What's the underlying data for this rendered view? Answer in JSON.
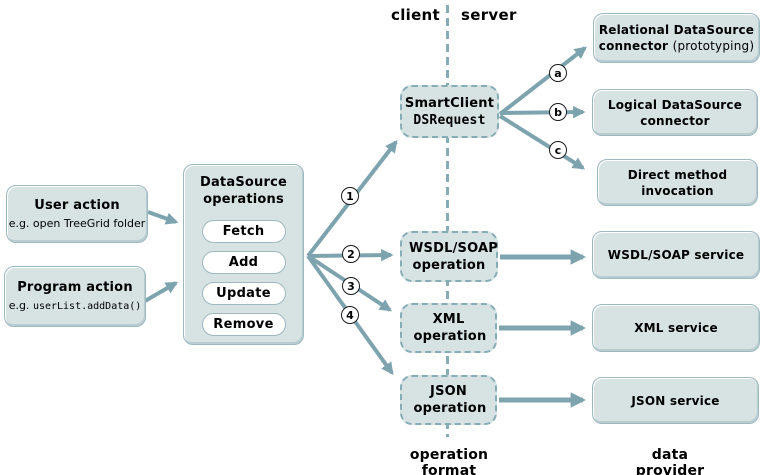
{
  "header": {
    "client": "client",
    "server": "server"
  },
  "footer": {
    "operation_format": "operation format",
    "data_provider": "data provider"
  },
  "colors": {
    "box_fill": "#d7e2e3",
    "box_border": "#9db8bf",
    "arrow": "#7da4ae",
    "dashed_line": "#86adb6"
  },
  "sources": {
    "user_action": {
      "title": "User action",
      "example": "e.g. open TreeGrid folder"
    },
    "program_action": {
      "title": "Program action",
      "example_prefix": "e.g.",
      "example_code": "userList.addData()"
    }
  },
  "datasource": {
    "title": "DataSource operations",
    "operations": [
      "Fetch",
      "Add",
      "Update",
      "Remove"
    ]
  },
  "client_request": {
    "title": "SmartClient",
    "code": "DSRequest"
  },
  "operations_column": {
    "wsdl": "WSDL/SOAP operation",
    "xml": "XML operation",
    "json": "JSON operation"
  },
  "providers_column": {
    "relational_bold": "Relational DataSource connector",
    "relational_normal": "(prototyping)",
    "logical": "Logical DataSource connector",
    "direct": "Direct method invocation",
    "wsdl": "WSDL/SOAP service",
    "xml": "XML service",
    "json": "JSON service"
  },
  "badges": {
    "n1": "1",
    "n2": "2",
    "n3": "3",
    "n4": "4",
    "a": "a",
    "b": "b",
    "c": "c"
  }
}
